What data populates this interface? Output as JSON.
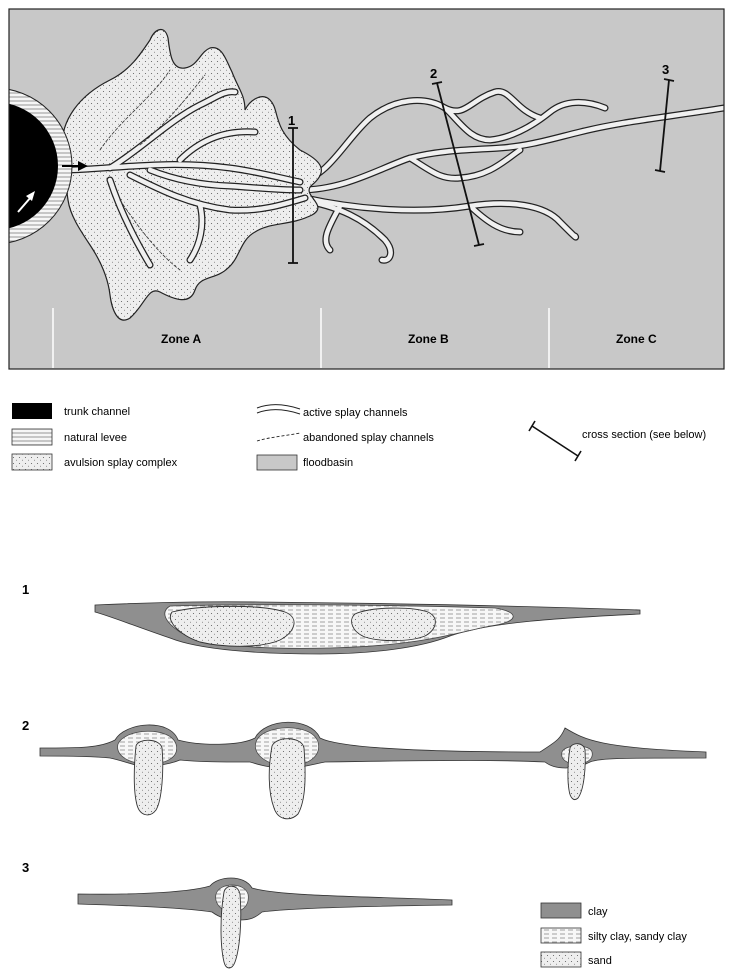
{
  "map": {
    "zones": [
      "Zone A",
      "Zone B",
      "Zone C"
    ],
    "cross_section_markers": [
      "1",
      "2",
      "3"
    ]
  },
  "legend": {
    "trunk_channel": "trunk channel",
    "natural_levee": "natural levee",
    "avulsion_splay_complex": "avulsion splay complex",
    "active_splay_channels": "active splay channels",
    "abandoned_splay_channels": "abandoned splay channels",
    "floodbasin": "floodbasin",
    "cross_section": "cross section (see below)"
  },
  "sections": {
    "labels": [
      "1",
      "2",
      "3"
    ],
    "legend": {
      "clay": "clay",
      "silty_clay": "silty clay, sandy clay",
      "sand": "sand"
    }
  },
  "colors": {
    "floodbasin": "#c8c8c8",
    "splay": "#ececec",
    "clay": "#8f8f8f",
    "silt": "#f4f4f4",
    "sand": "#efefef",
    "trunk": "#000000"
  }
}
